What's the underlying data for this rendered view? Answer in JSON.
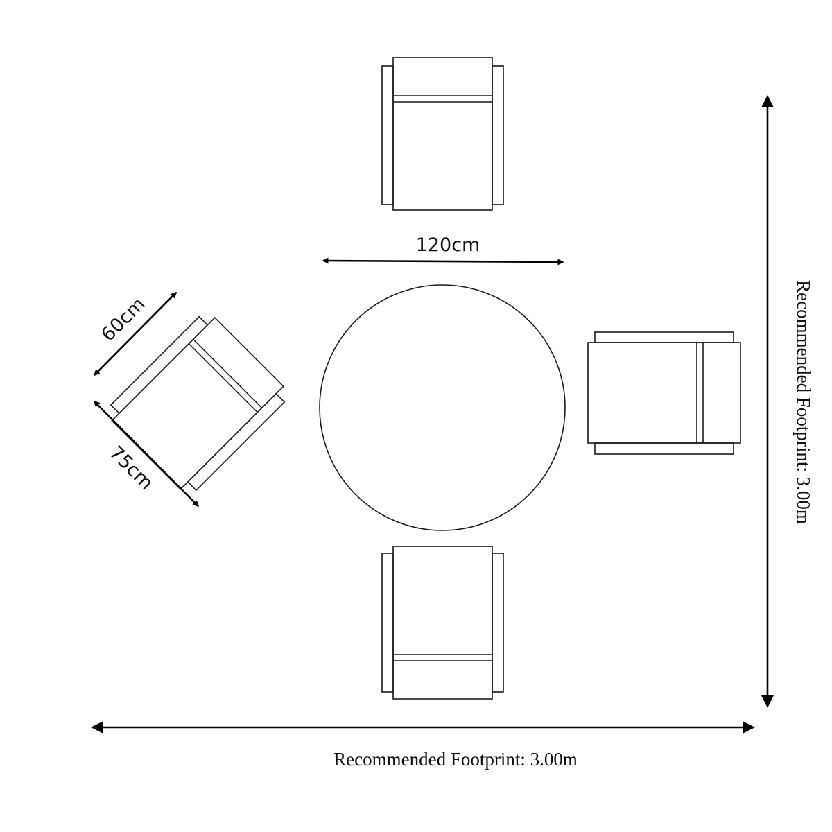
{
  "dimensions": {
    "table_width": "120cm",
    "chair_depth": "60cm",
    "chair_width": "75cm",
    "footprint_horizontal": "Recommended Footprint: 3.00m",
    "footprint_vertical": "Recommended Footprint: 3.00m"
  },
  "colors": {
    "line": "#1a1a1a",
    "background": "#ffffff"
  }
}
